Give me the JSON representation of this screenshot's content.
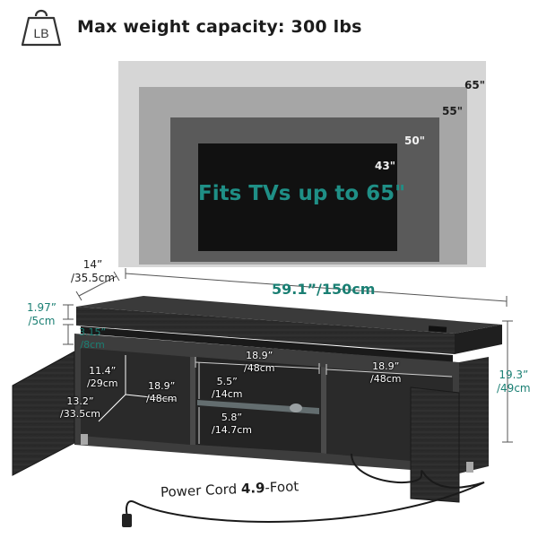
{
  "weight_badge": {
    "icon": "weight-lb-icon",
    "icon_text": "LB",
    "label": "Max weight capacity: 300 lbs"
  },
  "tv_sizes": {
    "s65": "65\"",
    "s55": "55\"",
    "s50": "50\"",
    "s43": "43\"",
    "headline": "Fits TVs up to 65\""
  },
  "dimensions": {
    "depth_in": "14”",
    "depth_cm": "/35.5cm",
    "width": "59.1”/150cm",
    "top_height_in": "1.97”",
    "top_height_cm": "/5cm",
    "top_gap_in": "3.15”",
    "top_gap_cm": "/8cm",
    "height_in": "19.3”",
    "height_cm": "/49cm",
    "left_inner_height_in": "11.4”",
    "left_inner_height_cm": "/29cm",
    "left_inner_depth_in": "13.2”",
    "left_inner_depth_cm": "/33.5cm",
    "left_inner_width_in": "18.9”",
    "left_inner_width_cm": "/48cm",
    "middle_width_in": "18.9”",
    "middle_width_cm": "/48cm",
    "right_width_in": "18.9”",
    "right_width_cm": "/48cm",
    "shelf_upper_in": "5.5”",
    "shelf_upper_cm": "/14cm",
    "shelf_lower_in": "5.8”",
    "shelf_lower_cm": "/14.7cm"
  },
  "power_cord": {
    "prefix": "Power Cord ",
    "bold": "4.9",
    "suffix": "-Foot"
  },
  "colors": {
    "accent_teal": "#1a7f73",
    "headline_teal": "#1f8f86",
    "cabinet": "#2b2b2b"
  }
}
